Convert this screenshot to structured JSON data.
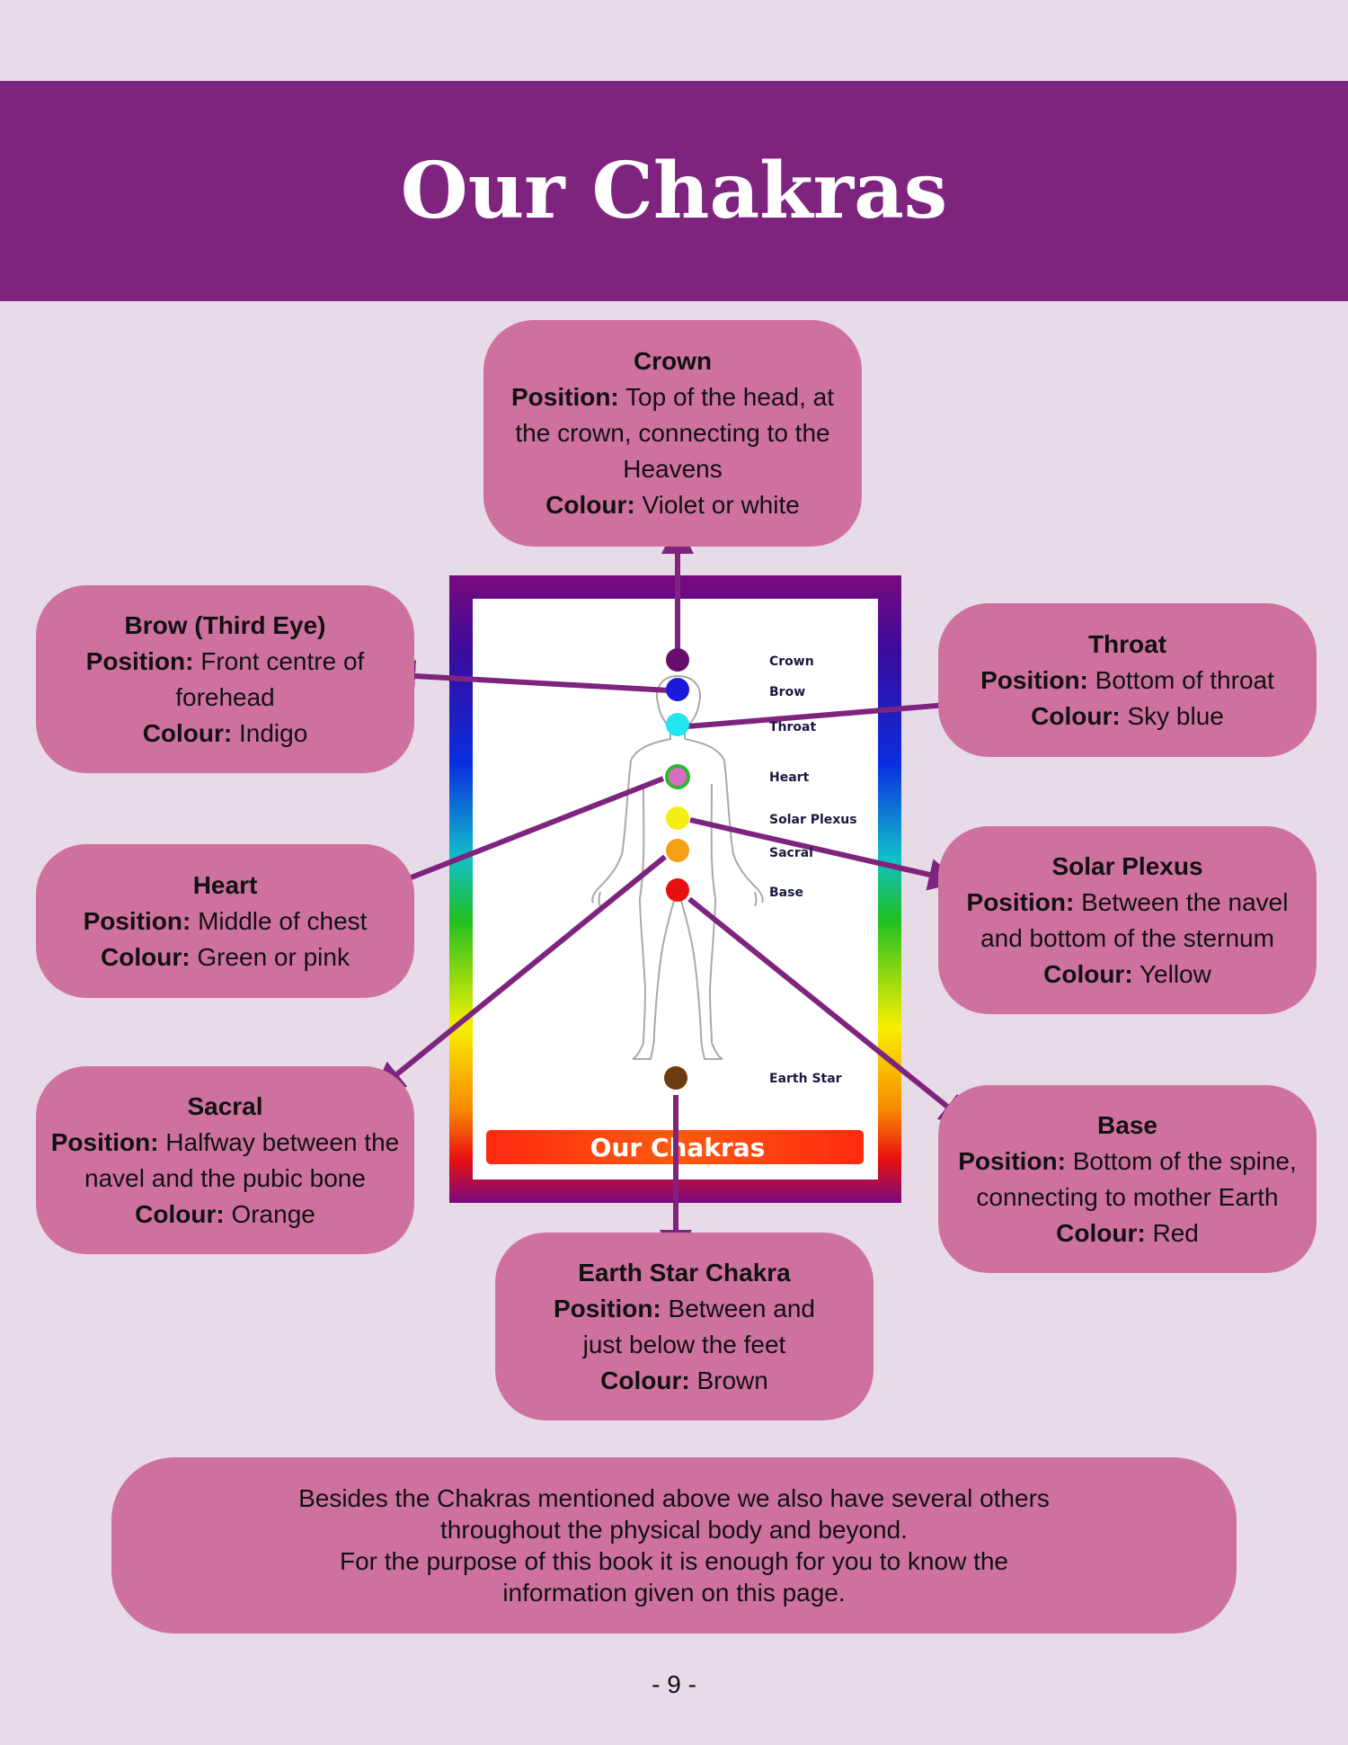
{
  "page": {
    "title": "Our Chakras",
    "page_number": "- 9 -"
  },
  "chakras": {
    "crown": {
      "name": "Crown",
      "position": "Top of the head, at the crown, connecting to the Heavens",
      "colour": "Violet or white",
      "dot": "#6a0e6e"
    },
    "brow": {
      "name": "Brow (Third Eye)",
      "position": "Front centre of forehead",
      "colour": "Indigo",
      "dot": "#1a1adb"
    },
    "throat": {
      "name": "Throat",
      "position": "Bottom of throat",
      "colour": "Sky blue",
      "dot": "#22e6f0"
    },
    "heart": {
      "name": "Heart",
      "position": "Middle of chest",
      "colour": "Green or pink",
      "dot": "#d86ec0"
    },
    "solar": {
      "name": "Solar Plexus",
      "position": "Between the navel and bottom of the sternum",
      "colour": "Yellow",
      "dot": "#f6ee12"
    },
    "sacral": {
      "name": "Sacral",
      "position": "Halfway between the navel and the pubic bone",
      "colour": "Orange",
      "dot": "#f6a018"
    },
    "base": {
      "name": "Base",
      "position": "Bottom of the spine, connecting to mother Earth",
      "colour": "Red",
      "dot": "#e61010"
    },
    "earth": {
      "name": "Earth Star Chakra",
      "position": "Between and just below the feet",
      "colour": "Brown",
      "dot": "#6b3c10"
    }
  },
  "labels": {
    "position": "Position:",
    "colour": "Colour:"
  },
  "figure": {
    "dot_labels": [
      "Crown",
      "Brow",
      "Throat",
      "Heart",
      "Solar Plexus",
      "Sacral",
      "Base",
      "Earth Star"
    ],
    "banner_text": "Our Chakras"
  },
  "note": {
    "line1": "Besides the Chakras mentioned above we also have several others throughout the physical body and beyond.",
    "line2": "For the purpose of this book it is enough for you to know the information given on this page."
  },
  "colors": {
    "background": "#e6dbe6",
    "banner": "#7e247f",
    "box": "#cf719f",
    "arrow": "#7e247f"
  }
}
